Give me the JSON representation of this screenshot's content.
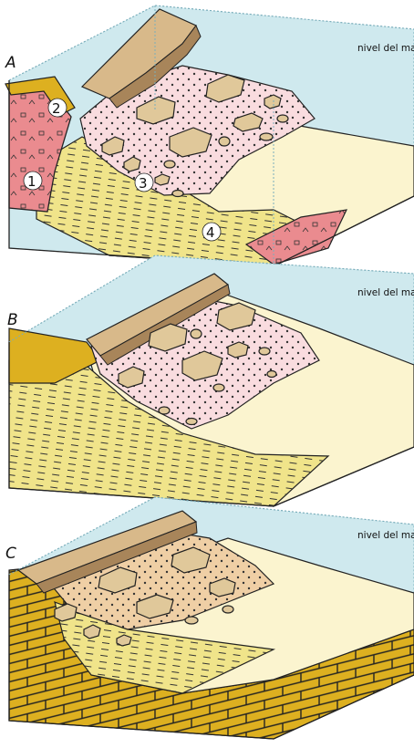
{
  "panels": [
    {
      "id": "A",
      "letter": "A",
      "sea_label": "nivel del mar",
      "numbers": [
        "1",
        "2",
        "3",
        "4"
      ]
    },
    {
      "id": "B",
      "letter": "B",
      "sea_label": "nivel del mar"
    },
    {
      "id": "C",
      "letter": "C",
      "sea_label": "nivel del mar"
    }
  ],
  "colors": {
    "sea": "#cfe9ee",
    "sand": "#fbf4cf",
    "beige_top": "#d8b98a",
    "brown_edge": "#a8855a",
    "rubble_pink": "#f9dcdf",
    "rubble_tan": "#efcfa5",
    "granite": "#ea8b8f",
    "strata_yellow": "#f0e48a",
    "limestone": "#ddb020",
    "boulder": "#e0c89a",
    "outline": "#1a1a1a"
  }
}
